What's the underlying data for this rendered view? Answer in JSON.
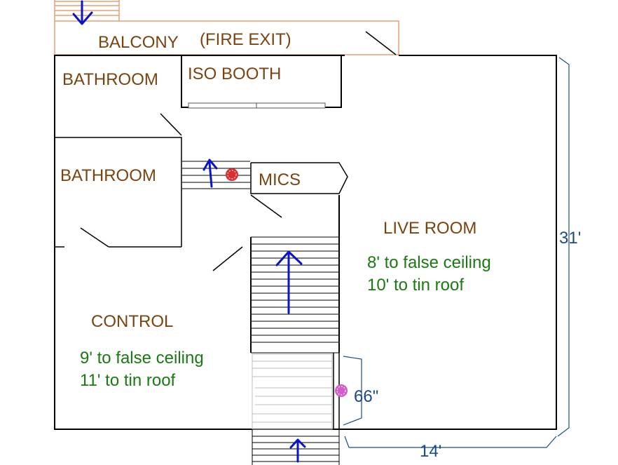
{
  "colors": {
    "wall": "#000000",
    "room_label": "#7a4410",
    "ceiling_note": "#1a7a12",
    "dimension": "#1a4a8a",
    "arrow": "#0a14c8",
    "balcony_outline": "#e8a070",
    "mic_red": "#d83030",
    "mic_pink": "#d060c8",
    "stair_grey": "#bdbdbd"
  },
  "rooms": {
    "balcony": "BALCONY",
    "fire_exit": "(FIRE EXIT)",
    "bathroom_top": "BATHROOM",
    "iso_booth": "ISO BOOTH",
    "bathroom_left": "BATHROOM",
    "mics": "MICS",
    "live_room": "LIVE ROOM",
    "control": "CONTROL"
  },
  "notes": {
    "live_room_false_ceiling": "8' to false ceiling",
    "live_room_tin_roof": "10' to tin roof",
    "control_false_ceiling": "9' to false ceiling",
    "control_tin_roof": "11' to tin roof"
  },
  "dimensions": {
    "height": "31'",
    "width": "14'",
    "door_gap": "66\""
  },
  "icons": [
    "down-arrow-icon",
    "up-arrow-icon",
    "mic-marker-icon"
  ]
}
